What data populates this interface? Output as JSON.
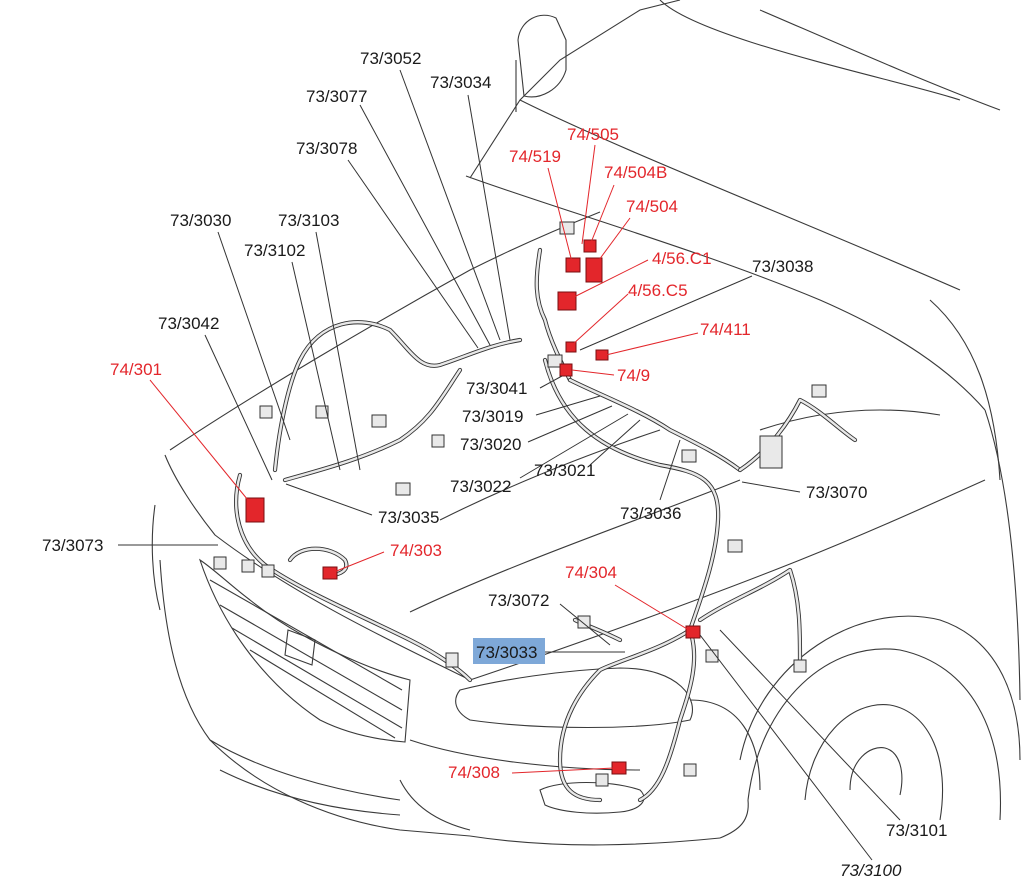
{
  "colors": {
    "black_label": "#1a1a1a",
    "red_label": "#e3262b",
    "highlight": "#7ea8d8"
  },
  "labels": {
    "l3052": "73/3052",
    "l3034": "73/3034",
    "l3077": "73/3077",
    "l3078": "73/3078",
    "l3030": "73/3030",
    "l3103": "73/3103",
    "l3102": "73/3102",
    "l3042": "73/3042",
    "l301": "74/301",
    "l3073": "73/3073",
    "l3035": "73/3035",
    "l303": "74/303",
    "l505": "74/505",
    "l519": "74/519",
    "l504B": "74/504B",
    "l504": "74/504",
    "l56C1": "4/56.C1",
    "l56C5": "4/56.C5",
    "l3038": "73/3038",
    "l411": "74/411",
    "l9": "74/9",
    "l3041": "73/3041",
    "l3019": "73/3019",
    "l3020": "73/3020",
    "l3022": "73/3022",
    "l3021": "73/3021",
    "l3036": "73/3036",
    "l3070": "73/3070",
    "l304": "74/304",
    "l3072": "73/3072",
    "l3033": "73/3033",
    "l308": "74/308",
    "l3101": "73/3101",
    "l3100": "73/3100"
  }
}
